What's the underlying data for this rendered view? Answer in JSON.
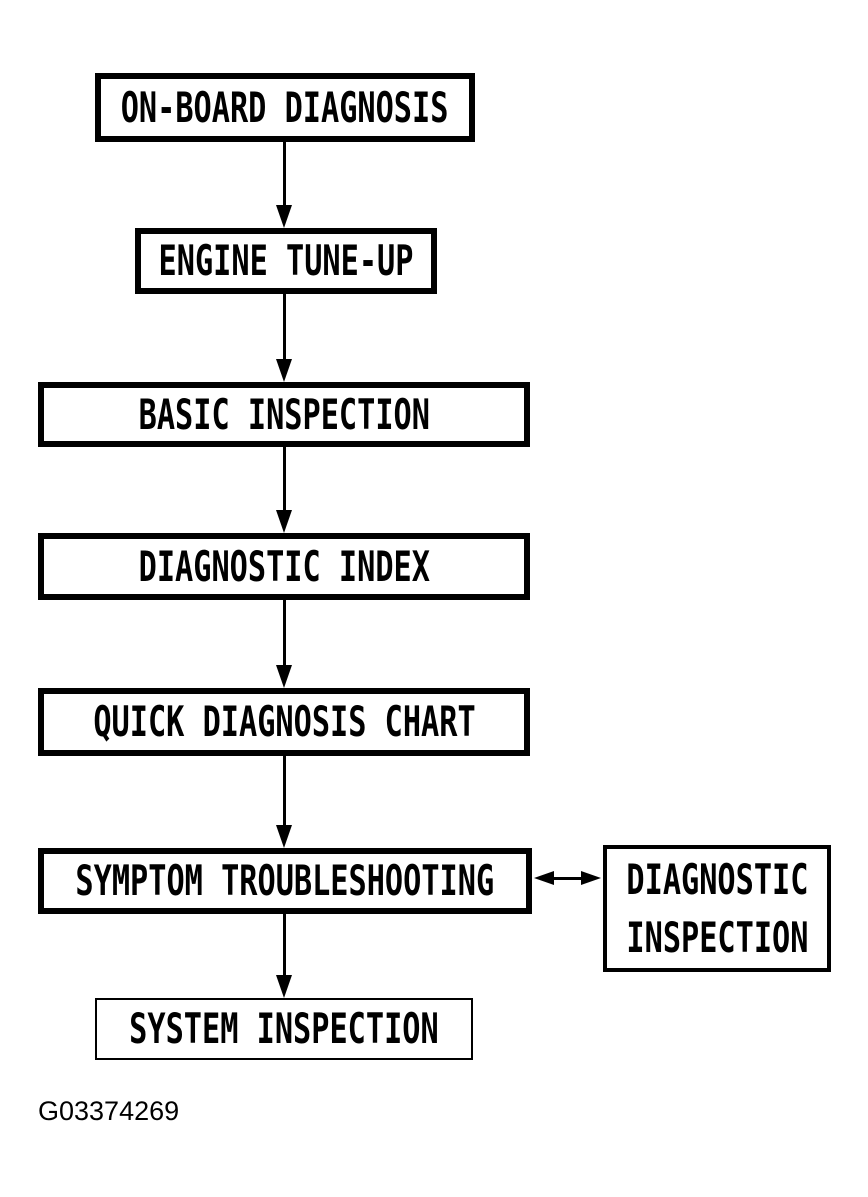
{
  "flowchart": {
    "nodes": {
      "on_board": {
        "label": "ON-BOARD DIAGNOSIS"
      },
      "engine_tune_up": {
        "label": "ENGINE TUNE-UP"
      },
      "basic_inspection": {
        "label": "BASIC INSPECTION"
      },
      "diagnostic_index": {
        "label": "DIAGNOSTIC INDEX"
      },
      "quick_diagnosis_chart": {
        "label": "QUICK DIAGNOSIS CHART"
      },
      "symptom_troubleshooting": {
        "label": "SYMPTOM TROUBLESHOOTING"
      },
      "diagnostic_inspection": {
        "line1": "DIAGNOSTIC",
        "line2": "INSPECTION"
      },
      "system_inspection": {
        "label": "SYSTEM INSPECTION"
      }
    },
    "edges": [
      {
        "from": "on_board",
        "to": "engine_tune_up",
        "style": "arrow-down"
      },
      {
        "from": "engine_tune_up",
        "to": "basic_inspection",
        "style": "arrow-down"
      },
      {
        "from": "basic_inspection",
        "to": "diagnostic_index",
        "style": "arrow-down"
      },
      {
        "from": "diagnostic_index",
        "to": "quick_diagnosis_chart",
        "style": "arrow-down"
      },
      {
        "from": "quick_diagnosis_chart",
        "to": "symptom_troubleshooting",
        "style": "arrow-down"
      },
      {
        "from": "symptom_troubleshooting",
        "to": "system_inspection",
        "style": "arrow-down"
      },
      {
        "from": "symptom_troubleshooting",
        "to": "diagnostic_inspection",
        "style": "arrow-double-horizontal"
      }
    ],
    "colors": {
      "ink": "#000000",
      "paper": "#ffffff"
    }
  },
  "caption": "G03374269"
}
